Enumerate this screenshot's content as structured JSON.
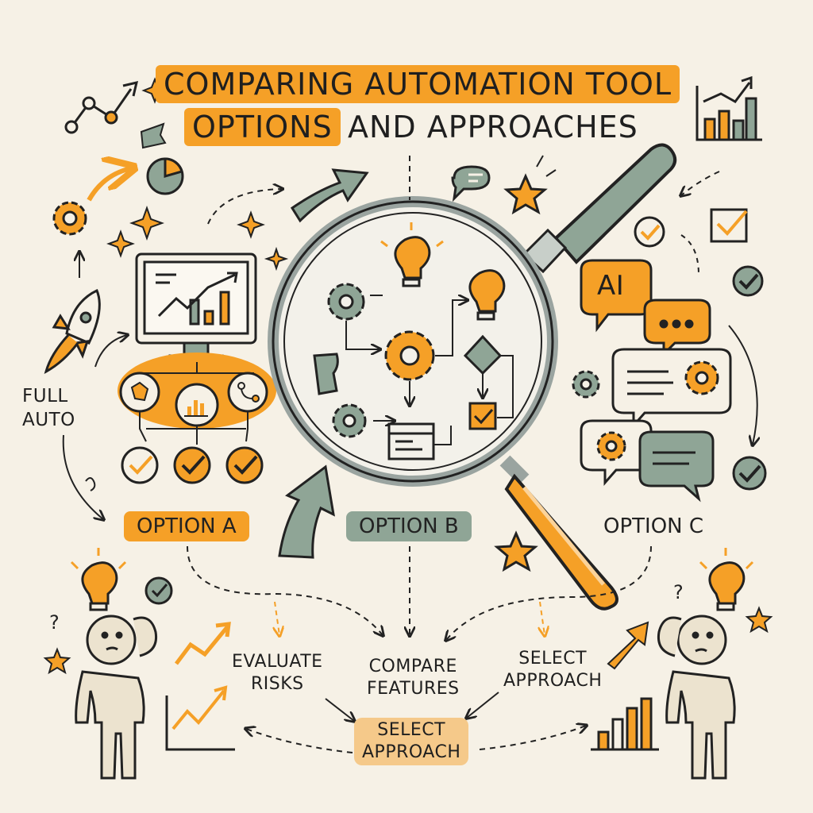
{
  "title": {
    "line1": "COMPARING AUTOMATION TOOL",
    "line2_highlight": "OPTIONS",
    "line2_rest": "AND APPROACHES"
  },
  "side_label": {
    "line1": "FULL",
    "line2": "AUTO"
  },
  "ai_bubble": "AI",
  "options": {
    "a": "OPTION A",
    "b": "OPTION B",
    "c": "OPTION C"
  },
  "steps": {
    "evaluate": {
      "line1": "EVALUATE",
      "line2": "RISKS"
    },
    "compare": {
      "line1": "COMPARE",
      "line2": "FEATURES"
    },
    "select_right": {
      "line1": "SELECT",
      "line2": "APPROACH"
    },
    "select_center": {
      "line1": "SELECT",
      "line2": "APPROACH"
    }
  },
  "colors": {
    "background": "#f6f1e6",
    "orange": "#f5a027",
    "sage": "#8fa596",
    "ink": "#222222"
  },
  "icons": [
    "magnifying-glass-icon",
    "gear-icon",
    "lightbulb-icon",
    "rocket-icon",
    "monitor-chart-icon",
    "speech-bubble-icon",
    "checkmark-icon",
    "star-icon",
    "sparkle-icon",
    "pie-chart-icon",
    "bar-chart-icon",
    "thinking-person-icon"
  ]
}
